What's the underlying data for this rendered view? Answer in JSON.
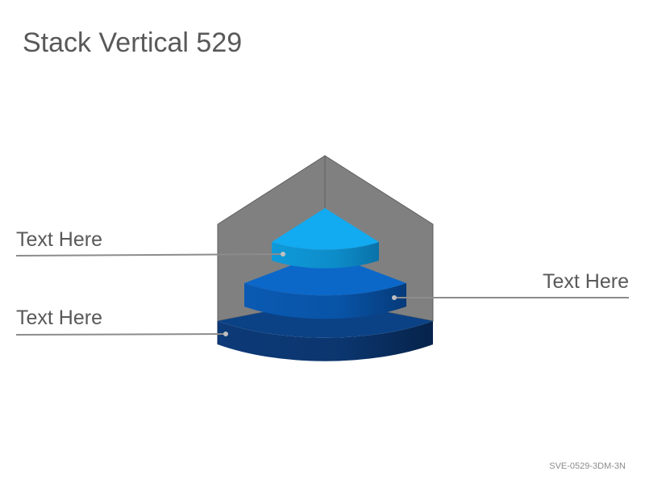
{
  "title": "Stack Vertical 529",
  "labels": {
    "top_left": "Text Here",
    "right": "Text Here",
    "bottom_left": "Text Here"
  },
  "footer_code": "SVE-0529-3DM-3N",
  "colors": {
    "backdrop": "#808080",
    "tier_top": "#11A9F0",
    "tier_middle": "#0A64C4",
    "tier_bottom": "#0B3F82",
    "connector": "#8C8C8C",
    "text": "#595959"
  }
}
